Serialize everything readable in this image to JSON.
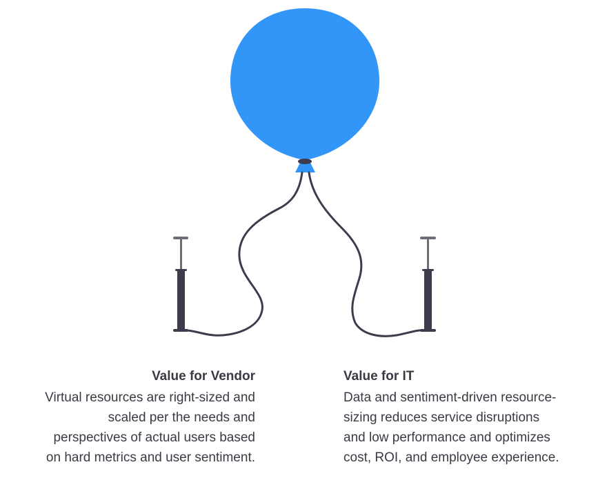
{
  "colors": {
    "balloon": "#3296f8",
    "dark": "#3d3b4c",
    "handle": "#6e6d7a",
    "text": "#3a3a44"
  },
  "icons": [
    "balloon-icon",
    "left-pump-icon",
    "right-pump-icon"
  ],
  "vendor": {
    "title": "Value for Vendor",
    "lines": [
      "Virtual resources are right-sized and",
      "scaled per the needs and",
      "perspectives of actual users based",
      "on hard metrics and user sentiment."
    ]
  },
  "it": {
    "title": "Value for IT",
    "lines": [
      "Data and sentiment-driven resource-",
      "sizing reduces service disruptions",
      "and low performance and optimizes",
      "cost, ROI, and employee experience."
    ]
  }
}
